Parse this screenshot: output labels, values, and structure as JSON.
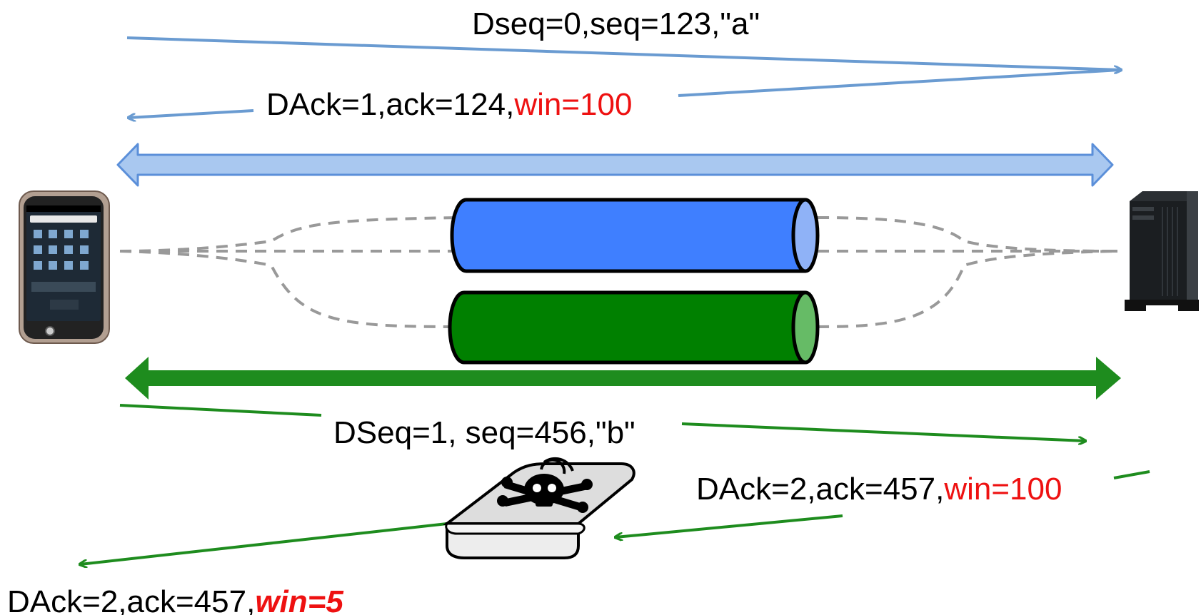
{
  "colors": {
    "blue_line": "#6a9bd1",
    "blue_band": "#a9c8f0",
    "blue_band_edge": "#5b8fd9",
    "blue_tube": "#3f7fff",
    "blue_tube_cap": "#8fb2f7",
    "green": "#1e8c1e",
    "green_tube": "#008000",
    "green_tube_cap": "#66bb66",
    "dash": "#999999",
    "red": "#ee1111",
    "text": "#000000"
  },
  "icons": {
    "client": "smartphone-icon",
    "server": "tower-server-icon",
    "middlebox": "middlebox-skull-icon"
  },
  "messages": {
    "top_data": {
      "main": "Dseq=0,seq=123,\"a\""
    },
    "top_ack": {
      "main": "DAck=1,ack=124,",
      "win": "win=100"
    },
    "bottom_data": {
      "main": "DSeq=1, seq=456,\"b\""
    },
    "middle_ack": {
      "main": "DAck=2,ack=457,",
      "win": "win=100"
    },
    "modified_ack": {
      "main": "DAck=2,ack=457,",
      "win": "win=5"
    }
  }
}
